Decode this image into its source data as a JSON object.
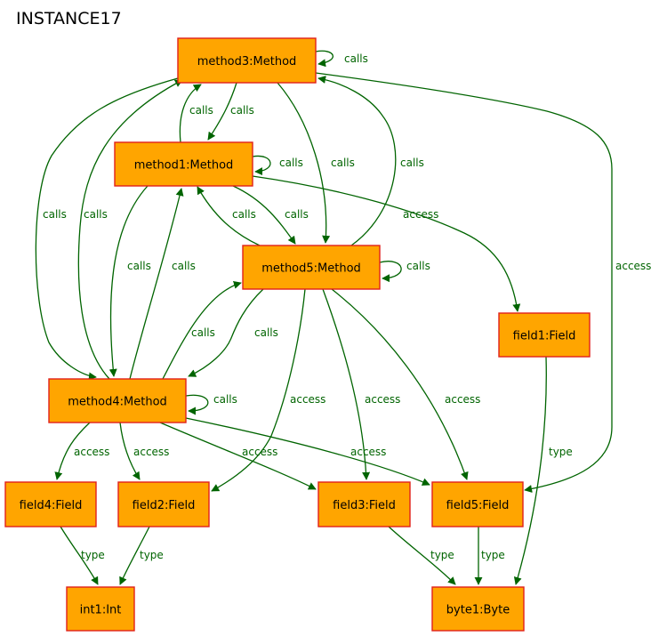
{
  "title": "INSTANCE17",
  "colors": {
    "node_fill": "#ffa500",
    "node_border": "#e0201a",
    "edge": "#006400"
  },
  "nodes": [
    {
      "id": "method3",
      "label": "method3:Method"
    },
    {
      "id": "method1",
      "label": "method1:Method"
    },
    {
      "id": "method5",
      "label": "method5:Method"
    },
    {
      "id": "field1",
      "label": "field1:Field"
    },
    {
      "id": "method4",
      "label": "method4:Method"
    },
    {
      "id": "field4",
      "label": "field4:Field"
    },
    {
      "id": "field2",
      "label": "field2:Field"
    },
    {
      "id": "field3",
      "label": "field3:Field"
    },
    {
      "id": "field5",
      "label": "field5:Field"
    },
    {
      "id": "int1",
      "label": "int1:Int"
    },
    {
      "id": "byte1",
      "label": "byte1:Byte"
    }
  ],
  "edges": [
    {
      "id": "m3-m3",
      "from": "method3",
      "to": "method3",
      "label": "calls"
    },
    {
      "id": "m3-m1",
      "from": "method3",
      "to": "method1",
      "label": "calls"
    },
    {
      "id": "m1-m3",
      "from": "method1",
      "to": "method3",
      "label": "calls"
    },
    {
      "id": "m1-m1",
      "from": "method1",
      "to": "method1",
      "label": "calls"
    },
    {
      "id": "m3-m5",
      "from": "method3",
      "to": "method5",
      "label": "calls"
    },
    {
      "id": "m5-m3",
      "from": "method5",
      "to": "method3",
      "label": "calls"
    },
    {
      "id": "m3-m4",
      "from": "method3",
      "to": "method4",
      "label": "calls"
    },
    {
      "id": "m4-m3",
      "from": "method4",
      "to": "method3",
      "label": "calls"
    },
    {
      "id": "m3-f5",
      "from": "method3",
      "to": "field5",
      "label": "access"
    },
    {
      "id": "m5-m1",
      "from": "method5",
      "to": "method1",
      "label": "calls"
    },
    {
      "id": "m1-m5",
      "from": "method1",
      "to": "method5",
      "label": "calls"
    },
    {
      "id": "m1-f1",
      "from": "method1",
      "to": "field1",
      "label": "access"
    },
    {
      "id": "m1-m4",
      "from": "method1",
      "to": "method4",
      "label": "calls"
    },
    {
      "id": "m4-m1",
      "from": "method4",
      "to": "method1",
      "label": "calls"
    },
    {
      "id": "m5-m5",
      "from": "method5",
      "to": "method5",
      "label": "calls"
    },
    {
      "id": "m4-m5",
      "from": "method4",
      "to": "method5",
      "label": "calls"
    },
    {
      "id": "m5-m4",
      "from": "method5",
      "to": "method4",
      "label": "calls"
    },
    {
      "id": "m5-f2",
      "from": "method5",
      "to": "field2",
      "label": "access"
    },
    {
      "id": "m5-f3",
      "from": "method5",
      "to": "field3",
      "label": "access"
    },
    {
      "id": "m5-f5",
      "from": "method5",
      "to": "field5",
      "label": "access"
    },
    {
      "id": "m4-m4",
      "from": "method4",
      "to": "method4",
      "label": "calls"
    },
    {
      "id": "m4-f4",
      "from": "method4",
      "to": "field4",
      "label": "access"
    },
    {
      "id": "m4-f2",
      "from": "method4",
      "to": "field2",
      "label": "access"
    },
    {
      "id": "m4-f3",
      "from": "method4",
      "to": "field3",
      "label": "access"
    },
    {
      "id": "m4-f5",
      "from": "method4",
      "to": "field5",
      "label": "access"
    },
    {
      "id": "f1-b1",
      "from": "field1",
      "to": "byte1",
      "label": "type"
    },
    {
      "id": "f4-i1",
      "from": "field4",
      "to": "int1",
      "label": "type"
    },
    {
      "id": "f2-i1",
      "from": "field2",
      "to": "int1",
      "label": "type"
    },
    {
      "id": "f3-b1",
      "from": "field3",
      "to": "byte1",
      "label": "type"
    },
    {
      "id": "f5-b1",
      "from": "field5",
      "to": "byte1",
      "label": "type"
    }
  ]
}
